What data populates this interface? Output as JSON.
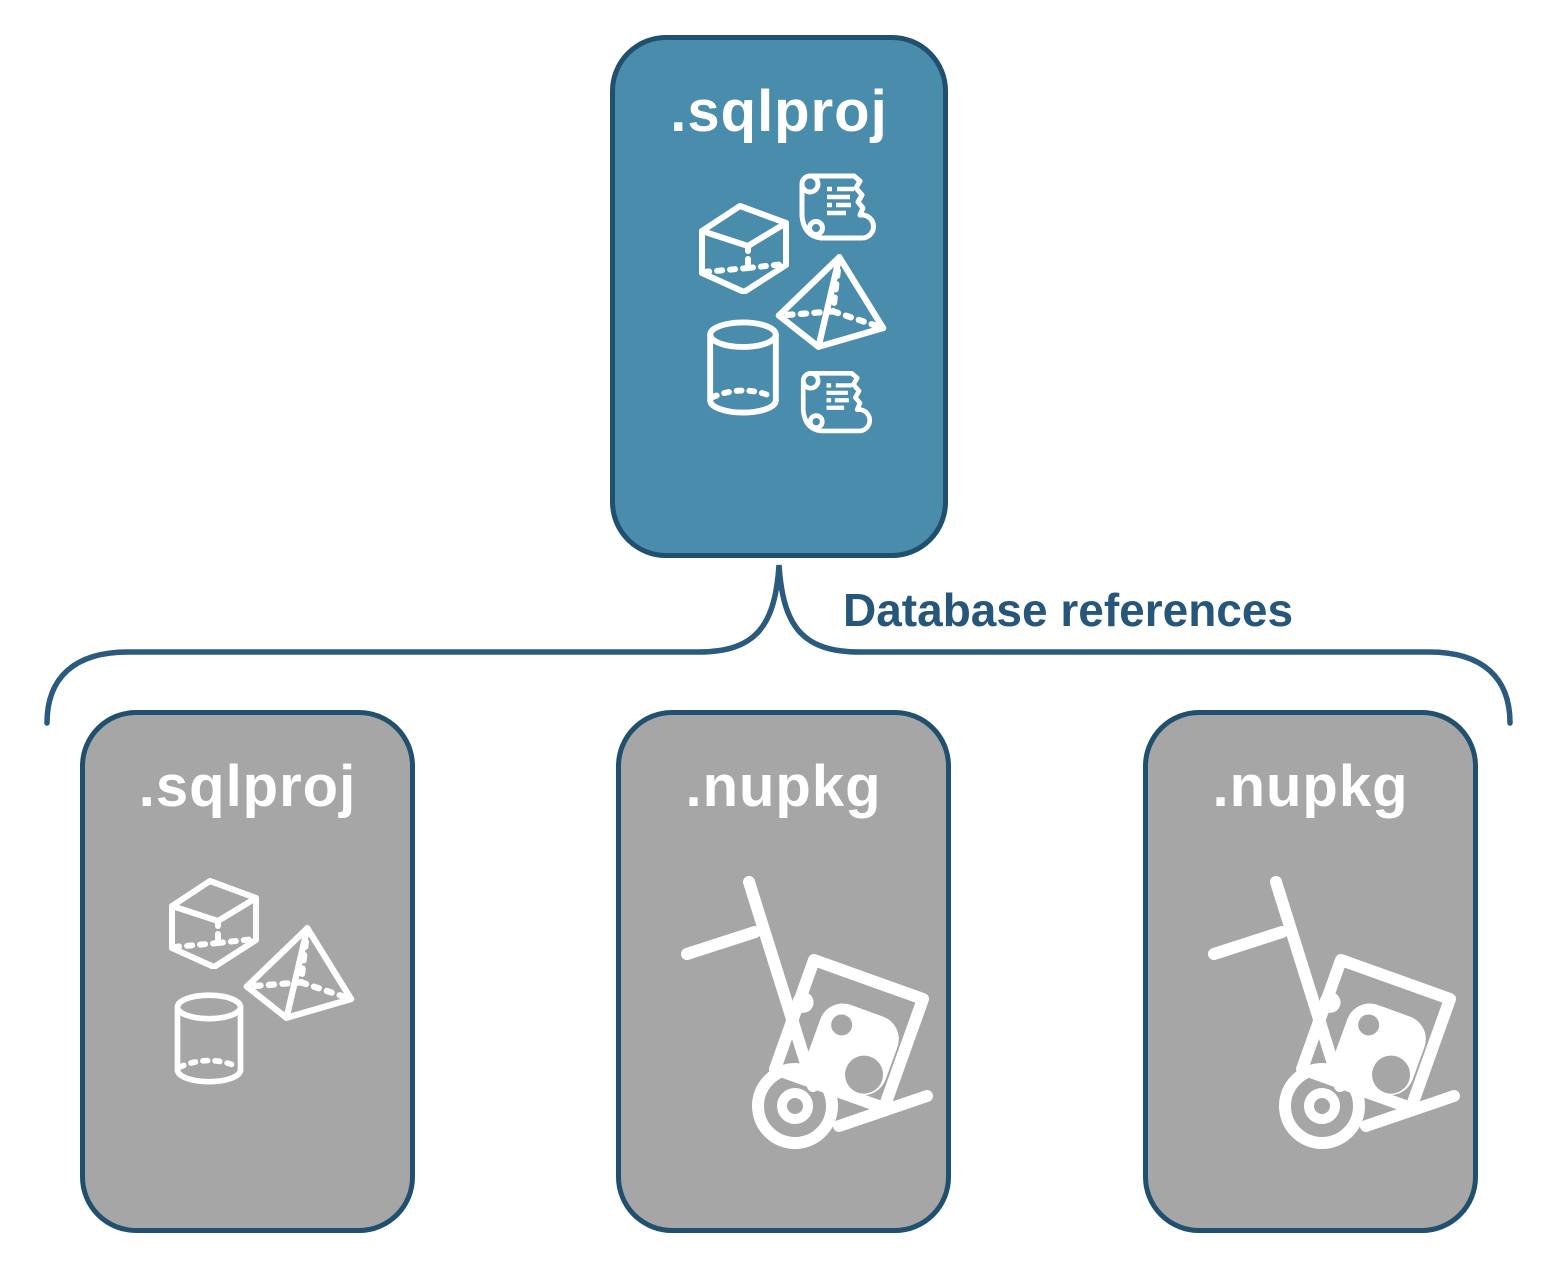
{
  "title": "SQL project database references diagram",
  "colors": {
    "primary_fill": "#4a8cac",
    "secondary_fill": "#a6a6a6",
    "card_border": "#21506f",
    "connector": "#2a5a7e",
    "label": "#27567b",
    "icon": "#ffffff"
  },
  "root": {
    "label": ".sqlproj",
    "icons": [
      "scroll-icon",
      "cube-icon",
      "pyramid-icon",
      "cylinder-icon",
      "scroll-icon"
    ]
  },
  "connector": {
    "label": "Database references"
  },
  "children": [
    {
      "label": ".sqlproj",
      "icons": [
        "cube-icon",
        "pyramid-icon",
        "cylinder-icon"
      ]
    },
    {
      "label": ".nupkg",
      "icons": [
        "nuget-hand-truck-icon"
      ]
    },
    {
      "label": ".nupkg",
      "icons": [
        "nuget-hand-truck-icon"
      ]
    }
  ]
}
